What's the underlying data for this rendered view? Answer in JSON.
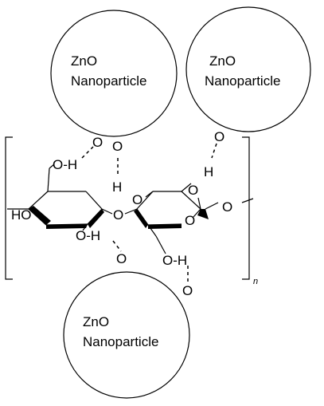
{
  "nanoparticles": [
    {
      "line1": "ZnO",
      "line2": "Nanoparticle"
    },
    {
      "line1": "ZnO",
      "line2": "Nanoparticle"
    },
    {
      "line1": "ZnO",
      "line2": "Nanoparticle"
    }
  ],
  "atoms": {
    "o": "O",
    "h": "H",
    "oh": "O-H",
    "ho": "HO"
  },
  "repeat_subscript": "n",
  "colors": {
    "line": "#000000",
    "background": "#ffffff"
  }
}
